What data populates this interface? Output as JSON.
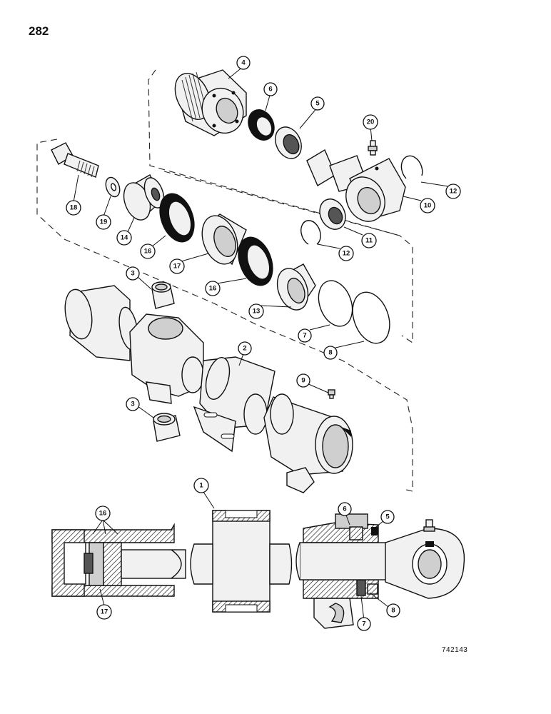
{
  "page": {
    "number": "282",
    "figure_code": "742143"
  },
  "callouts": [
    {
      "id": "c4",
      "label": "4"
    },
    {
      "id": "c6",
      "label": "6"
    },
    {
      "id": "c5",
      "label": "5"
    },
    {
      "id": "c20",
      "label": "20"
    },
    {
      "id": "c18",
      "label": "18"
    },
    {
      "id": "c19",
      "label": "19"
    },
    {
      "id": "c14",
      "label": "14"
    },
    {
      "id": "c16a",
      "label": "16"
    },
    {
      "id": "c17a",
      "label": "17"
    },
    {
      "id": "c16b",
      "label": "16"
    },
    {
      "id": "c13",
      "label": "13"
    },
    {
      "id": "c7a",
      "label": "7"
    },
    {
      "id": "c8a",
      "label": "8"
    },
    {
      "id": "c12a",
      "label": "12"
    },
    {
      "id": "c10",
      "label": "10"
    },
    {
      "id": "c11",
      "label": "11"
    },
    {
      "id": "c12b",
      "label": "12"
    },
    {
      "id": "c3a",
      "label": "3"
    },
    {
      "id": "c2",
      "label": "2"
    },
    {
      "id": "c9",
      "label": "9"
    },
    {
      "id": "c3b",
      "label": "3"
    },
    {
      "id": "c1",
      "label": "1"
    },
    {
      "id": "c16c",
      "label": "16"
    },
    {
      "id": "c17b",
      "label": "17"
    },
    {
      "id": "c6b",
      "label": "6"
    },
    {
      "id": "c5b",
      "label": "5"
    },
    {
      "id": "c8b",
      "label": "8"
    },
    {
      "id": "c7b",
      "label": "7"
    }
  ]
}
